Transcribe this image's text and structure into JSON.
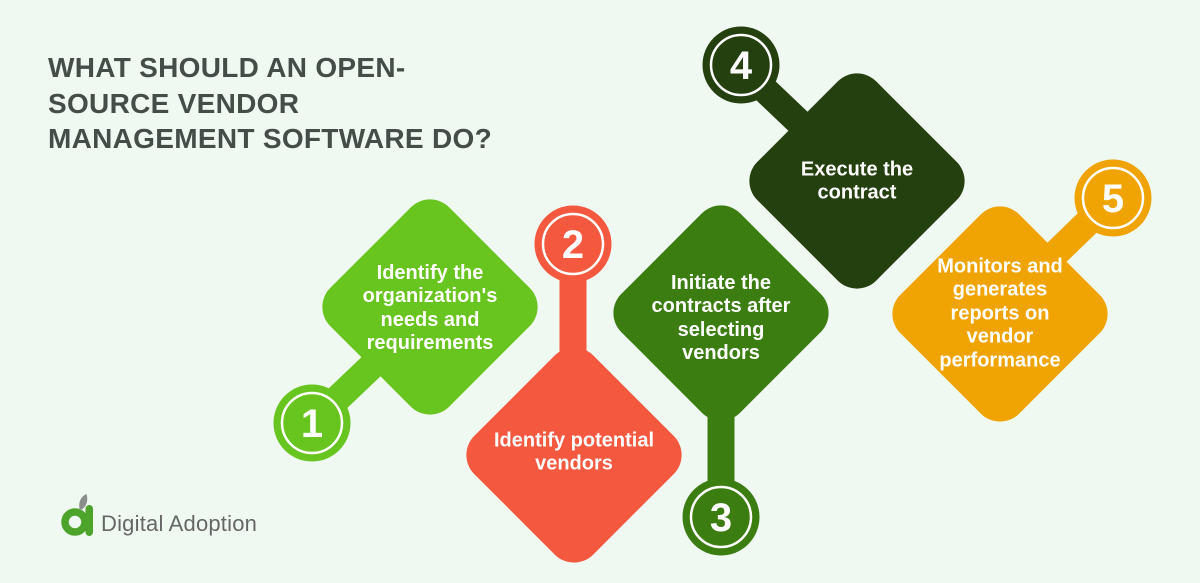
{
  "title": {
    "text": "WHAT SHOULD AN OPEN-\nSOURCE VENDOR\nMANAGEMENT SOFTWARE DO?"
  },
  "steps": [
    {
      "number": "1",
      "label": "Identify the\norganization's\nneeds and\nrequirements",
      "color": "#68C41E"
    },
    {
      "number": "2",
      "label": "Identify potential\nvendors",
      "color": "#F4583E"
    },
    {
      "number": "3",
      "label": "Initiate the\ncontracts after\nselecting\nvendors",
      "color": "#3B7D11"
    },
    {
      "number": "4",
      "label": "Execute the\ncontract",
      "color": "#25400F"
    },
    {
      "number": "5",
      "label": "Monitors and\ngenerates\nreports on\nvendor\nperformance",
      "color": "#F0A404"
    }
  ],
  "logo": {
    "text": "Digital Adoption",
    "icon": "digital-adoption-a-leaf",
    "icon_green": "#4CA42B",
    "leaf_gray": "#8A8F8C"
  },
  "colors": {
    "background": "#EFF9F2",
    "title_text": "#454D49",
    "label_text": "#FFFFFF"
  }
}
